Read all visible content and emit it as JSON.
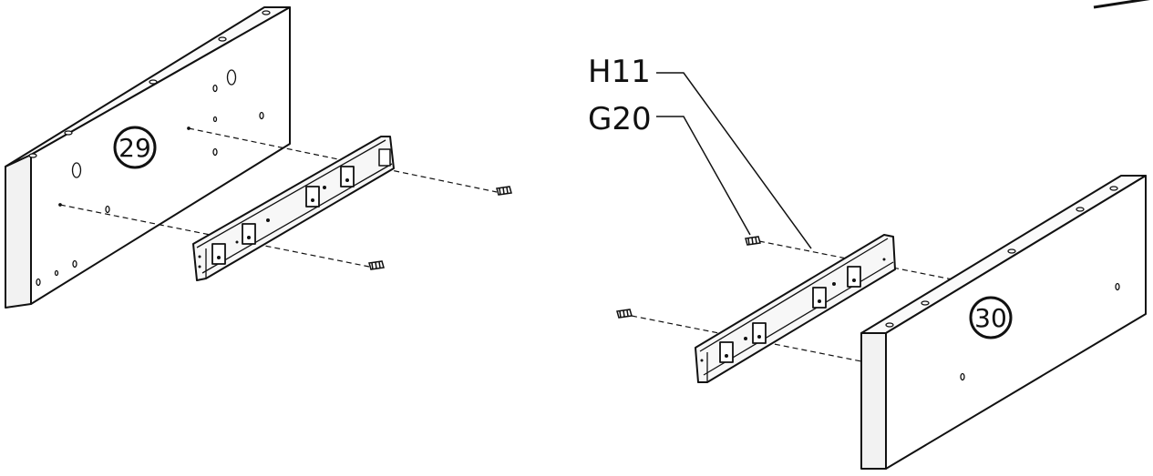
{
  "panels": [
    {
      "id": "left-panel",
      "number": "29"
    },
    {
      "id": "right-panel",
      "number": "30"
    }
  ],
  "hardware": {
    "h11": "H11",
    "g20": "G20"
  },
  "colors": {
    "line": "#111111",
    "panel_face": "#ffffff",
    "panel_side": "#f2f2f2",
    "slide_face": "#f7f7f7"
  }
}
